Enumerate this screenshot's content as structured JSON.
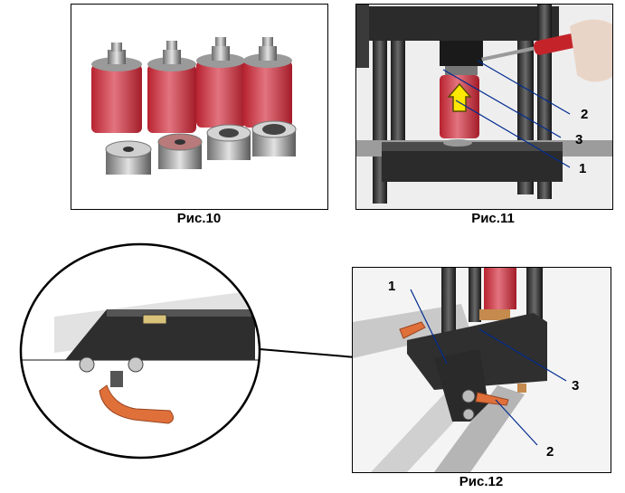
{
  "figures": [
    {
      "caption": "Рис.10"
    },
    {
      "caption": "Рис.11",
      "callouts": [
        "2",
        "3",
        "1"
      ]
    },
    {
      "caption": "Рис.12",
      "callouts": [
        "1",
        "3",
        "2"
      ]
    }
  ]
}
